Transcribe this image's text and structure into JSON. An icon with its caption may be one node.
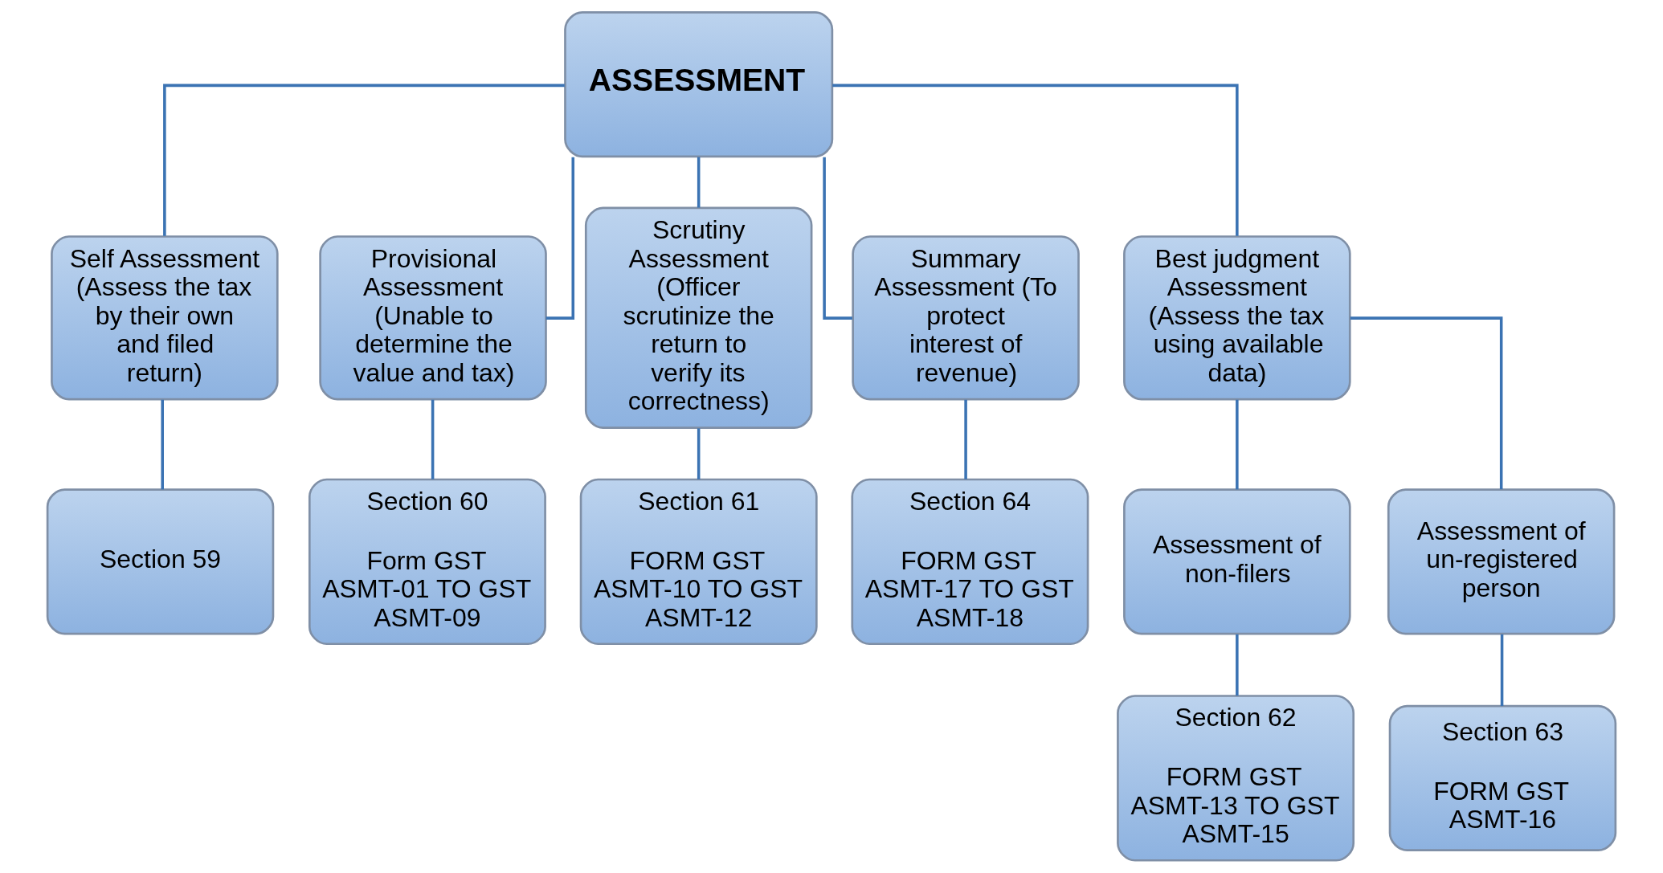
{
  "diagram": {
    "nodes": [
      {
        "text": [
          "ASSESSMENT"
        ]
      },
      {
        "text": [
          "Self Assessment(Assess the tax by their own and filed return)"
        ]
      },
      {
        "text": [
          "Provisional Assessment (Unable to determine the value and tax)"
        ]
      },
      {
        "text": [
          "Scrutiny Assessment (Officer scrutinize the return to verify its correctness)"
        ]
      },
      {
        "text": [
          "Summary Assessment (To protect interest of revenue)"
        ]
      },
      {
        "text": [
          "Best judgment Assessment (Assess the tax using available data)"
        ]
      },
      {
        "text": [
          "Section 59"
        ]
      },
      {
        "text": [
          "Section 60",
          "Form GST ASMT-01 TO GST ASMT-09"
        ]
      },
      {
        "text": [
          "Section 61",
          "FORM GST ASMT-10 TO GST ASMT-12"
        ]
      },
      {
        "text": [
          "Section 64",
          "FORM GST ASMT-17 TO GST ASMT-18"
        ]
      },
      {
        "text": [
          "Assessment of non-filers"
        ]
      },
      {
        "text": [
          "Assessment of un-registered person"
        ]
      },
      {
        "text": [
          "Section 62",
          "FORM GST ASMT-13 TO GST ASMT-15"
        ]
      },
      {
        "text": [
          "Section 63",
          "FORM GST ASMT-16"
        ]
      }
    ],
    "edges": [
      {
        "from": 0,
        "to": 1,
        "arrow": "none"
      },
      {
        "from": 0,
        "to": 2,
        "arrow": "none"
      },
      {
        "from": 0,
        "to": 3,
        "arrow": "none"
      },
      {
        "from": 0,
        "to": 4,
        "arrow": "none"
      },
      {
        "from": 0,
        "to": 5,
        "arrow": "none"
      },
      {
        "from": 1,
        "to": 6,
        "arrow": "none"
      },
      {
        "from": 2,
        "to": 7,
        "arrow": "none"
      },
      {
        "from": 3,
        "to": 8,
        "arrow": "none"
      },
      {
        "from": 4,
        "to": 9,
        "arrow": "none"
      },
      {
        "from": 5,
        "to": 10,
        "arrow": "none"
      },
      {
        "from": 5,
        "to": 11,
        "arrow": "none"
      },
      {
        "from": 10,
        "to": 12,
        "arrow": "none"
      },
      {
        "from": 11,
        "to": 13,
        "arrow": "none"
      }
    ]
  }
}
